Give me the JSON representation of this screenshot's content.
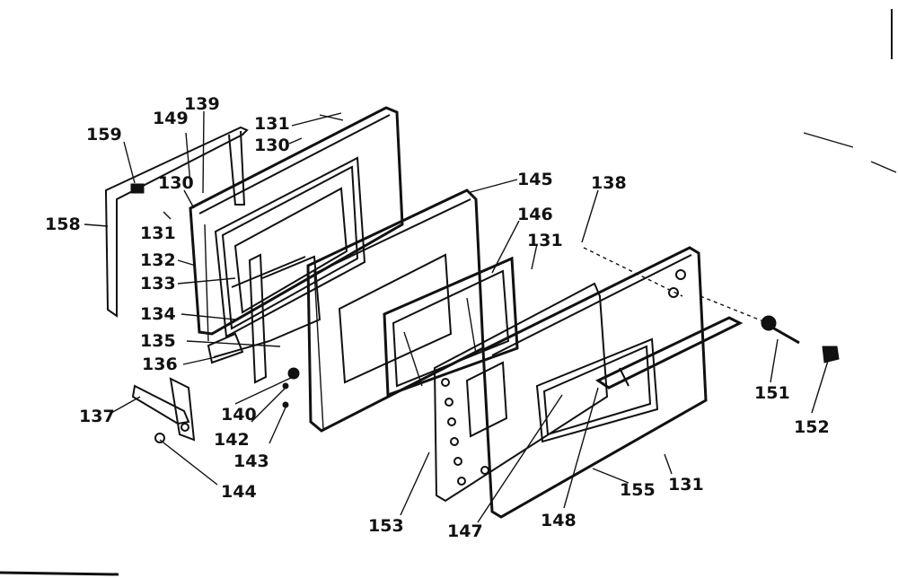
{
  "diagram": {
    "parts": [
      {
        "id": "p159",
        "text": "159"
      },
      {
        "id": "p149",
        "text": "149"
      },
      {
        "id": "p139",
        "text": "139"
      },
      {
        "id": "p131a",
        "text": "131"
      },
      {
        "id": "p130a",
        "text": "130"
      },
      {
        "id": "p130b",
        "text": "130"
      },
      {
        "id": "p158",
        "text": "158"
      },
      {
        "id": "p131b",
        "text": "131"
      },
      {
        "id": "p132",
        "text": "132"
      },
      {
        "id": "p133",
        "text": "133"
      },
      {
        "id": "p134",
        "text": "134"
      },
      {
        "id": "p135",
        "text": "135"
      },
      {
        "id": "p136",
        "text": "136"
      },
      {
        "id": "p137",
        "text": "137"
      },
      {
        "id": "p140",
        "text": "140"
      },
      {
        "id": "p142",
        "text": "142"
      },
      {
        "id": "p143",
        "text": "143"
      },
      {
        "id": "p144",
        "text": "144"
      },
      {
        "id": "p145",
        "text": "145"
      },
      {
        "id": "p146",
        "text": "146"
      },
      {
        "id": "p131c",
        "text": "131"
      },
      {
        "id": "p138",
        "text": "138"
      },
      {
        "id": "p151",
        "text": "151"
      },
      {
        "id": "p152",
        "text": "152"
      },
      {
        "id": "p153",
        "text": "153"
      },
      {
        "id": "p147",
        "text": "147"
      },
      {
        "id": "p148",
        "text": "148"
      },
      {
        "id": "p155",
        "text": "155"
      },
      {
        "id": "p131d",
        "text": "131"
      }
    ]
  }
}
